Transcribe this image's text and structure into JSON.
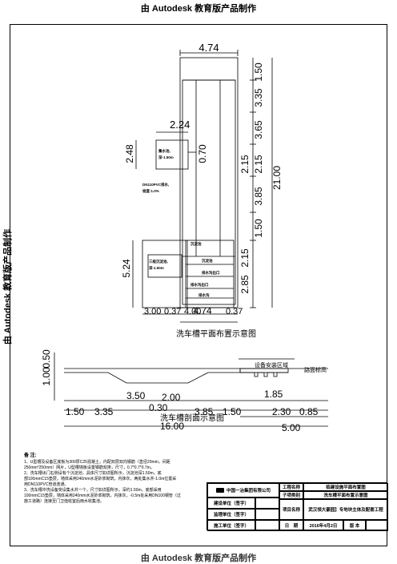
{
  "watermark": {
    "top": "由 Autodesk 教育版产品制作",
    "left": "由 Autodesk 教育版产品制作",
    "bottom": "由 Autodesk 教育版产品制作"
  },
  "plan": {
    "title": "洗车槽平面布置示意图",
    "top_width": "4.74",
    "right_dims": [
      "1.50",
      "3.35",
      "3.65",
      "2.15",
      "3.85",
      "1.50"
    ],
    "total_length": "21.00",
    "mid_dims": [
      "0.70",
      "2.15",
      "2.15",
      "2.85"
    ],
    "left_top_width": "2.24",
    "left_height_upper": "2.48",
    "left_height_lower": "5.24",
    "bottom_dims": [
      "3.00",
      "0.37",
      "4.00",
      "0.37"
    ],
    "bottom_total": "4.74",
    "labels": {
      "tank_a": "集水池,",
      "tank_a_depth": "深-1.50m",
      "pipe": "DN110PVC排水,",
      "pipe_slope": "坡度-1.0%",
      "sed_tank": "三级沉淀池,",
      "sed_depth": "深-1.50m",
      "inner1": "沉淀池",
      "inner2": "沉淀池",
      "inner3": "排水沟出口",
      "inner4": "排水沟出口",
      "inner5": "排水沟"
    }
  },
  "section": {
    "title": "洗车槽剖面示意图",
    "equipment_area": "设备安装区域",
    "road_level": "路面标高",
    "left_dims": [
      "1.00",
      "0.50"
    ],
    "upper_dims": [
      "3.50",
      "2.00",
      "1.85"
    ],
    "mid_dims": [
      "0.30"
    ],
    "lower_dims": [
      "1.50",
      "3.35",
      "3.85",
      "1.50",
      "2.30",
      "0.85"
    ],
    "total": "16.00",
    "right_total": "5.00"
  },
  "notes": {
    "title": "备 注:",
    "lines": [
      "1、U型槽及设备区底板为300厚C25混凝土，内配双层双向钢筋（直径20mm，间距",
      "250mm*250mm）网片，U型槽墙板设置钢筋双排，尺寸，0.7*0.7*0.7m。",
      "2、洗车槽出门右侧设有个沉淀池，具体尺寸如详图所示，沉淀池深1.50m，底",
      "部100mmC15垫层，墙体采用240mm水泥砂浆砌筑，内抹灰，两处集水井-1.0m位置采",
      "用DN110PVC管道连通。",
      "3、洗车槽冲洗设备突设集水井一个，尺寸如详图所示，深约1.50m，底部采用",
      "100mmC15垫层，墙体采用240mm水泥砂浆砌筑，内抹灰，-0.5m处采用DN100钢管（过",
      "施工道路）连接至门卫值班室后雨水收集池。"
    ]
  },
  "title_block": {
    "company": "中国一冶集团有限公司",
    "project_label": "工程名称",
    "project_name": "临建设施平面布置图",
    "sub_label": "子项类别",
    "sub_name": "洗车槽平面布置示意图",
    "construction": "建设单位（签字）",
    "supervision": "监理单位（签字）",
    "builder": "施工单位（签字）",
    "project_item_label": "项目名称",
    "project_item": "武汉领大豪园】专地块主体及配套工程",
    "date_label": "日　期",
    "date": "2016年4月2日",
    "version_label": "版 本"
  }
}
